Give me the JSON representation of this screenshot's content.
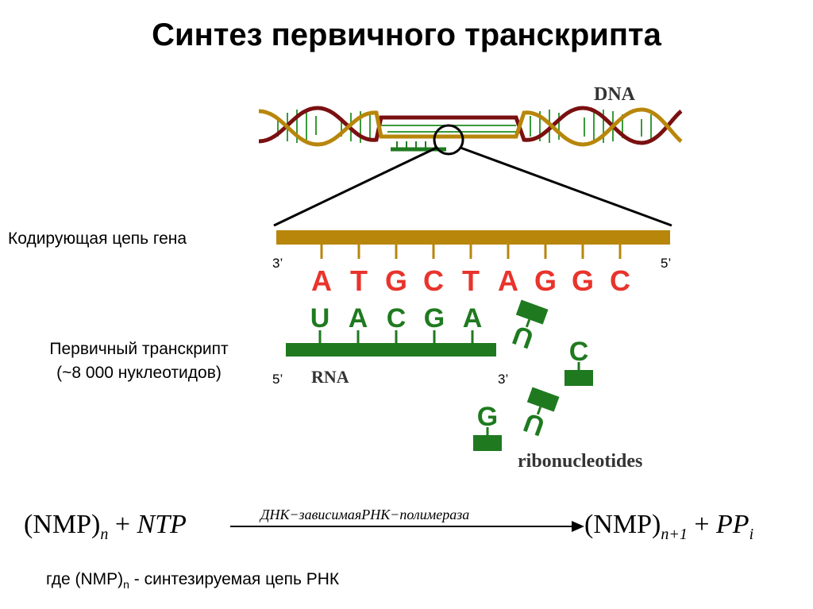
{
  "title": "Синтез первичного транскрипта",
  "labels": {
    "dna": "DNA",
    "coding_strand": "Кодирующая цепь гена",
    "primary_transcript_1": "Первичный транскрипт",
    "primary_transcript_2": "(~8 000 нуклеотидов)",
    "rna": "RNA",
    "ribonucleotides": "ribonucleotides",
    "dna_3prime": "3’",
    "dna_5prime": "5’",
    "rna_5prime": "5’",
    "rna_3prime": "3’"
  },
  "dna_sequence": [
    "A",
    "T",
    "G",
    "C",
    "T",
    "A",
    "G",
    "G",
    "C"
  ],
  "rna_sequence": [
    "U",
    "A",
    "C",
    "G",
    "A"
  ],
  "free_nucleotides": [
    "U",
    "C",
    "U",
    "G"
  ],
  "equation": {
    "lhs_1": "(NMP)",
    "lhs_1_sub": "n",
    "plus_1": "+",
    "lhs_2": "NTP",
    "enzyme": "ДНК−зависимаяРНК−полимераза",
    "rhs_1": "(NMP)",
    "rhs_1_sub": "n+1",
    "plus_2": "+",
    "rhs_2": "PP",
    "rhs_2_sub": "i"
  },
  "footnote": {
    "prefix": "где (NMP)",
    "sub": "n",
    "suffix": " - синтезируемая цепь РНК"
  },
  "colors": {
    "dna_strand": "#b8860b",
    "dna_strand_dark": "#7a1010",
    "dna_base": "#e8342c",
    "rna": "#1f7a1f",
    "outline": "#000000"
  }
}
